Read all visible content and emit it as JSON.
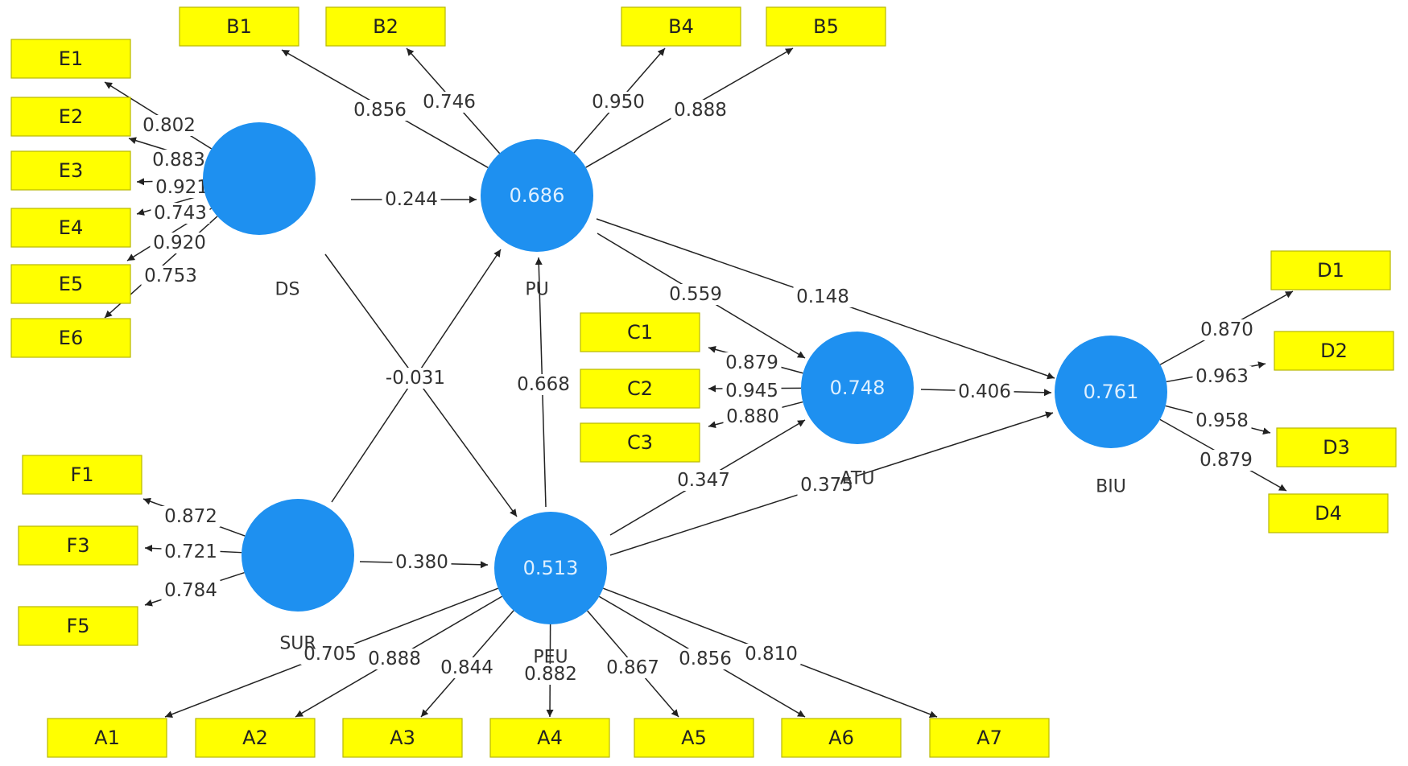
{
  "latent_variables": [
    {
      "id": "DS",
      "label": "DS",
      "r2": ""
    },
    {
      "id": "PU",
      "label": "PU",
      "r2": "0.686"
    },
    {
      "id": "SUR",
      "label": "SUR",
      "r2": ""
    },
    {
      "id": "PEU",
      "label": "PEU",
      "r2": "0.513"
    },
    {
      "id": "ATU",
      "label": "ATU",
      "r2": "0.748"
    },
    {
      "id": "BIU",
      "label": "BIU",
      "r2": "0.761"
    }
  ],
  "indicators": [
    {
      "id": "B1",
      "label": "B1"
    },
    {
      "id": "B2",
      "label": "B2"
    },
    {
      "id": "B4",
      "label": "B4"
    },
    {
      "id": "B5",
      "label": "B5"
    },
    {
      "id": "E1",
      "label": "E1"
    },
    {
      "id": "E2",
      "label": "E2"
    },
    {
      "id": "E3",
      "label": "E3"
    },
    {
      "id": "E4",
      "label": "E4"
    },
    {
      "id": "E5",
      "label": "E5"
    },
    {
      "id": "E6",
      "label": "E6"
    },
    {
      "id": "C1",
      "label": "C1"
    },
    {
      "id": "C2",
      "label": "C2"
    },
    {
      "id": "C3",
      "label": "C3"
    },
    {
      "id": "D1",
      "label": "D1"
    },
    {
      "id": "D2",
      "label": "D2"
    },
    {
      "id": "D3",
      "label": "D3"
    },
    {
      "id": "D4",
      "label": "D4"
    },
    {
      "id": "F1",
      "label": "F1"
    },
    {
      "id": "F3",
      "label": "F3"
    },
    {
      "id": "F5",
      "label": "F5"
    },
    {
      "id": "A1",
      "label": "A1"
    },
    {
      "id": "A2",
      "label": "A2"
    },
    {
      "id": "A3",
      "label": "A3"
    },
    {
      "id": "A4",
      "label": "A4"
    },
    {
      "id": "A5",
      "label": "A5"
    },
    {
      "id": "A6",
      "label": "A6"
    },
    {
      "id": "A7",
      "label": "A7"
    }
  ],
  "loadings": [
    {
      "from": "PU",
      "to": "B1",
      "value": "0.856"
    },
    {
      "from": "PU",
      "to": "B2",
      "value": "0.746"
    },
    {
      "from": "PU",
      "to": "B4",
      "value": "0.950"
    },
    {
      "from": "PU",
      "to": "B5",
      "value": "0.888"
    },
    {
      "from": "DS",
      "to": "E1",
      "value": "0.802"
    },
    {
      "from": "DS",
      "to": "E2",
      "value": "0.883"
    },
    {
      "from": "DS",
      "to": "E3",
      "value": "0.921"
    },
    {
      "from": "DS",
      "to": "E4",
      "value": "0.743"
    },
    {
      "from": "DS",
      "to": "E5",
      "value": "0.920"
    },
    {
      "from": "DS",
      "to": "E6",
      "value": "0.753"
    },
    {
      "from": "ATU",
      "to": "C1",
      "value": "0.879"
    },
    {
      "from": "ATU",
      "to": "C2",
      "value": "0.945"
    },
    {
      "from": "ATU",
      "to": "C3",
      "value": "0.880"
    },
    {
      "from": "BIU",
      "to": "D1",
      "value": "0.870"
    },
    {
      "from": "BIU",
      "to": "D2",
      "value": "0.963"
    },
    {
      "from": "BIU",
      "to": "D3",
      "value": "0.958"
    },
    {
      "from": "BIU",
      "to": "D4",
      "value": "0.879"
    },
    {
      "from": "SUR",
      "to": "F1",
      "value": "0.872"
    },
    {
      "from": "SUR",
      "to": "F3",
      "value": "0.721"
    },
    {
      "from": "SUR",
      "to": "F5",
      "value": "0.784"
    },
    {
      "from": "PEU",
      "to": "A1",
      "value": "0.705"
    },
    {
      "from": "PEU",
      "to": "A2",
      "value": "0.888"
    },
    {
      "from": "PEU",
      "to": "A3",
      "value": "0.844"
    },
    {
      "from": "PEU",
      "to": "A4",
      "value": "0.882"
    },
    {
      "from": "PEU",
      "to": "A5",
      "value": "0.867"
    },
    {
      "from": "PEU",
      "to": "A6",
      "value": "0.856"
    },
    {
      "from": "PEU",
      "to": "A7",
      "value": "0.810"
    }
  ],
  "paths": [
    {
      "from": "DS",
      "to": "PU",
      "value": "0.244"
    },
    {
      "from": "DS",
      "to": "PEU",
      "value": "-0.031"
    },
    {
      "from": "SUR",
      "to": "PU",
      "value": ""
    },
    {
      "from": "SUR",
      "to": "PEU",
      "value": "0.380"
    },
    {
      "from": "PEU",
      "to": "PU",
      "value": "0.668"
    },
    {
      "from": "PU",
      "to": "ATU",
      "value": "0.559"
    },
    {
      "from": "PU",
      "to": "BIU",
      "value": "0.148"
    },
    {
      "from": "PEU",
      "to": "ATU",
      "value": "0.347"
    },
    {
      "from": "PEU",
      "to": "BIU",
      "value": "0.375"
    },
    {
      "from": "ATU",
      "to": "BIU",
      "value": "0.406"
    }
  ]
}
